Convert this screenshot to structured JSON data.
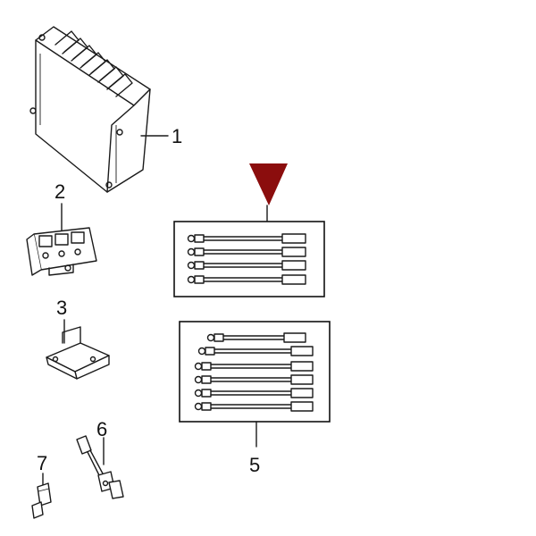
{
  "callouts": {
    "c1": "1",
    "c2": "2",
    "c3": "3",
    "c5": "5",
    "c6": "6",
    "c7": "7"
  },
  "colors": {
    "pointer": "#8b0d0d",
    "line": "#1a1a1a"
  },
  "icons": {
    "pointer": "pointer-triangle-icon"
  }
}
